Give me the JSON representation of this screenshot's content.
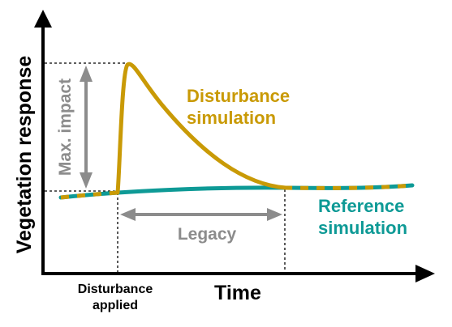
{
  "axes": {
    "y_label": "Vegetation response",
    "x_label": "Time"
  },
  "annotations": {
    "max_impact": "Max. impact",
    "legacy": "Legacy",
    "disturbance_applied_line1": "Disturbance",
    "disturbance_applied_line2": "applied"
  },
  "series": {
    "disturbance": {
      "line1": "Disturbance",
      "line2": "simulation",
      "color": "#C99A06"
    },
    "reference": {
      "line1": "Reference",
      "line2": "simulation",
      "color": "#0E9A96"
    }
  },
  "colors": {
    "axis": "#000000",
    "annotation_gray": "#8C8C8C"
  }
}
